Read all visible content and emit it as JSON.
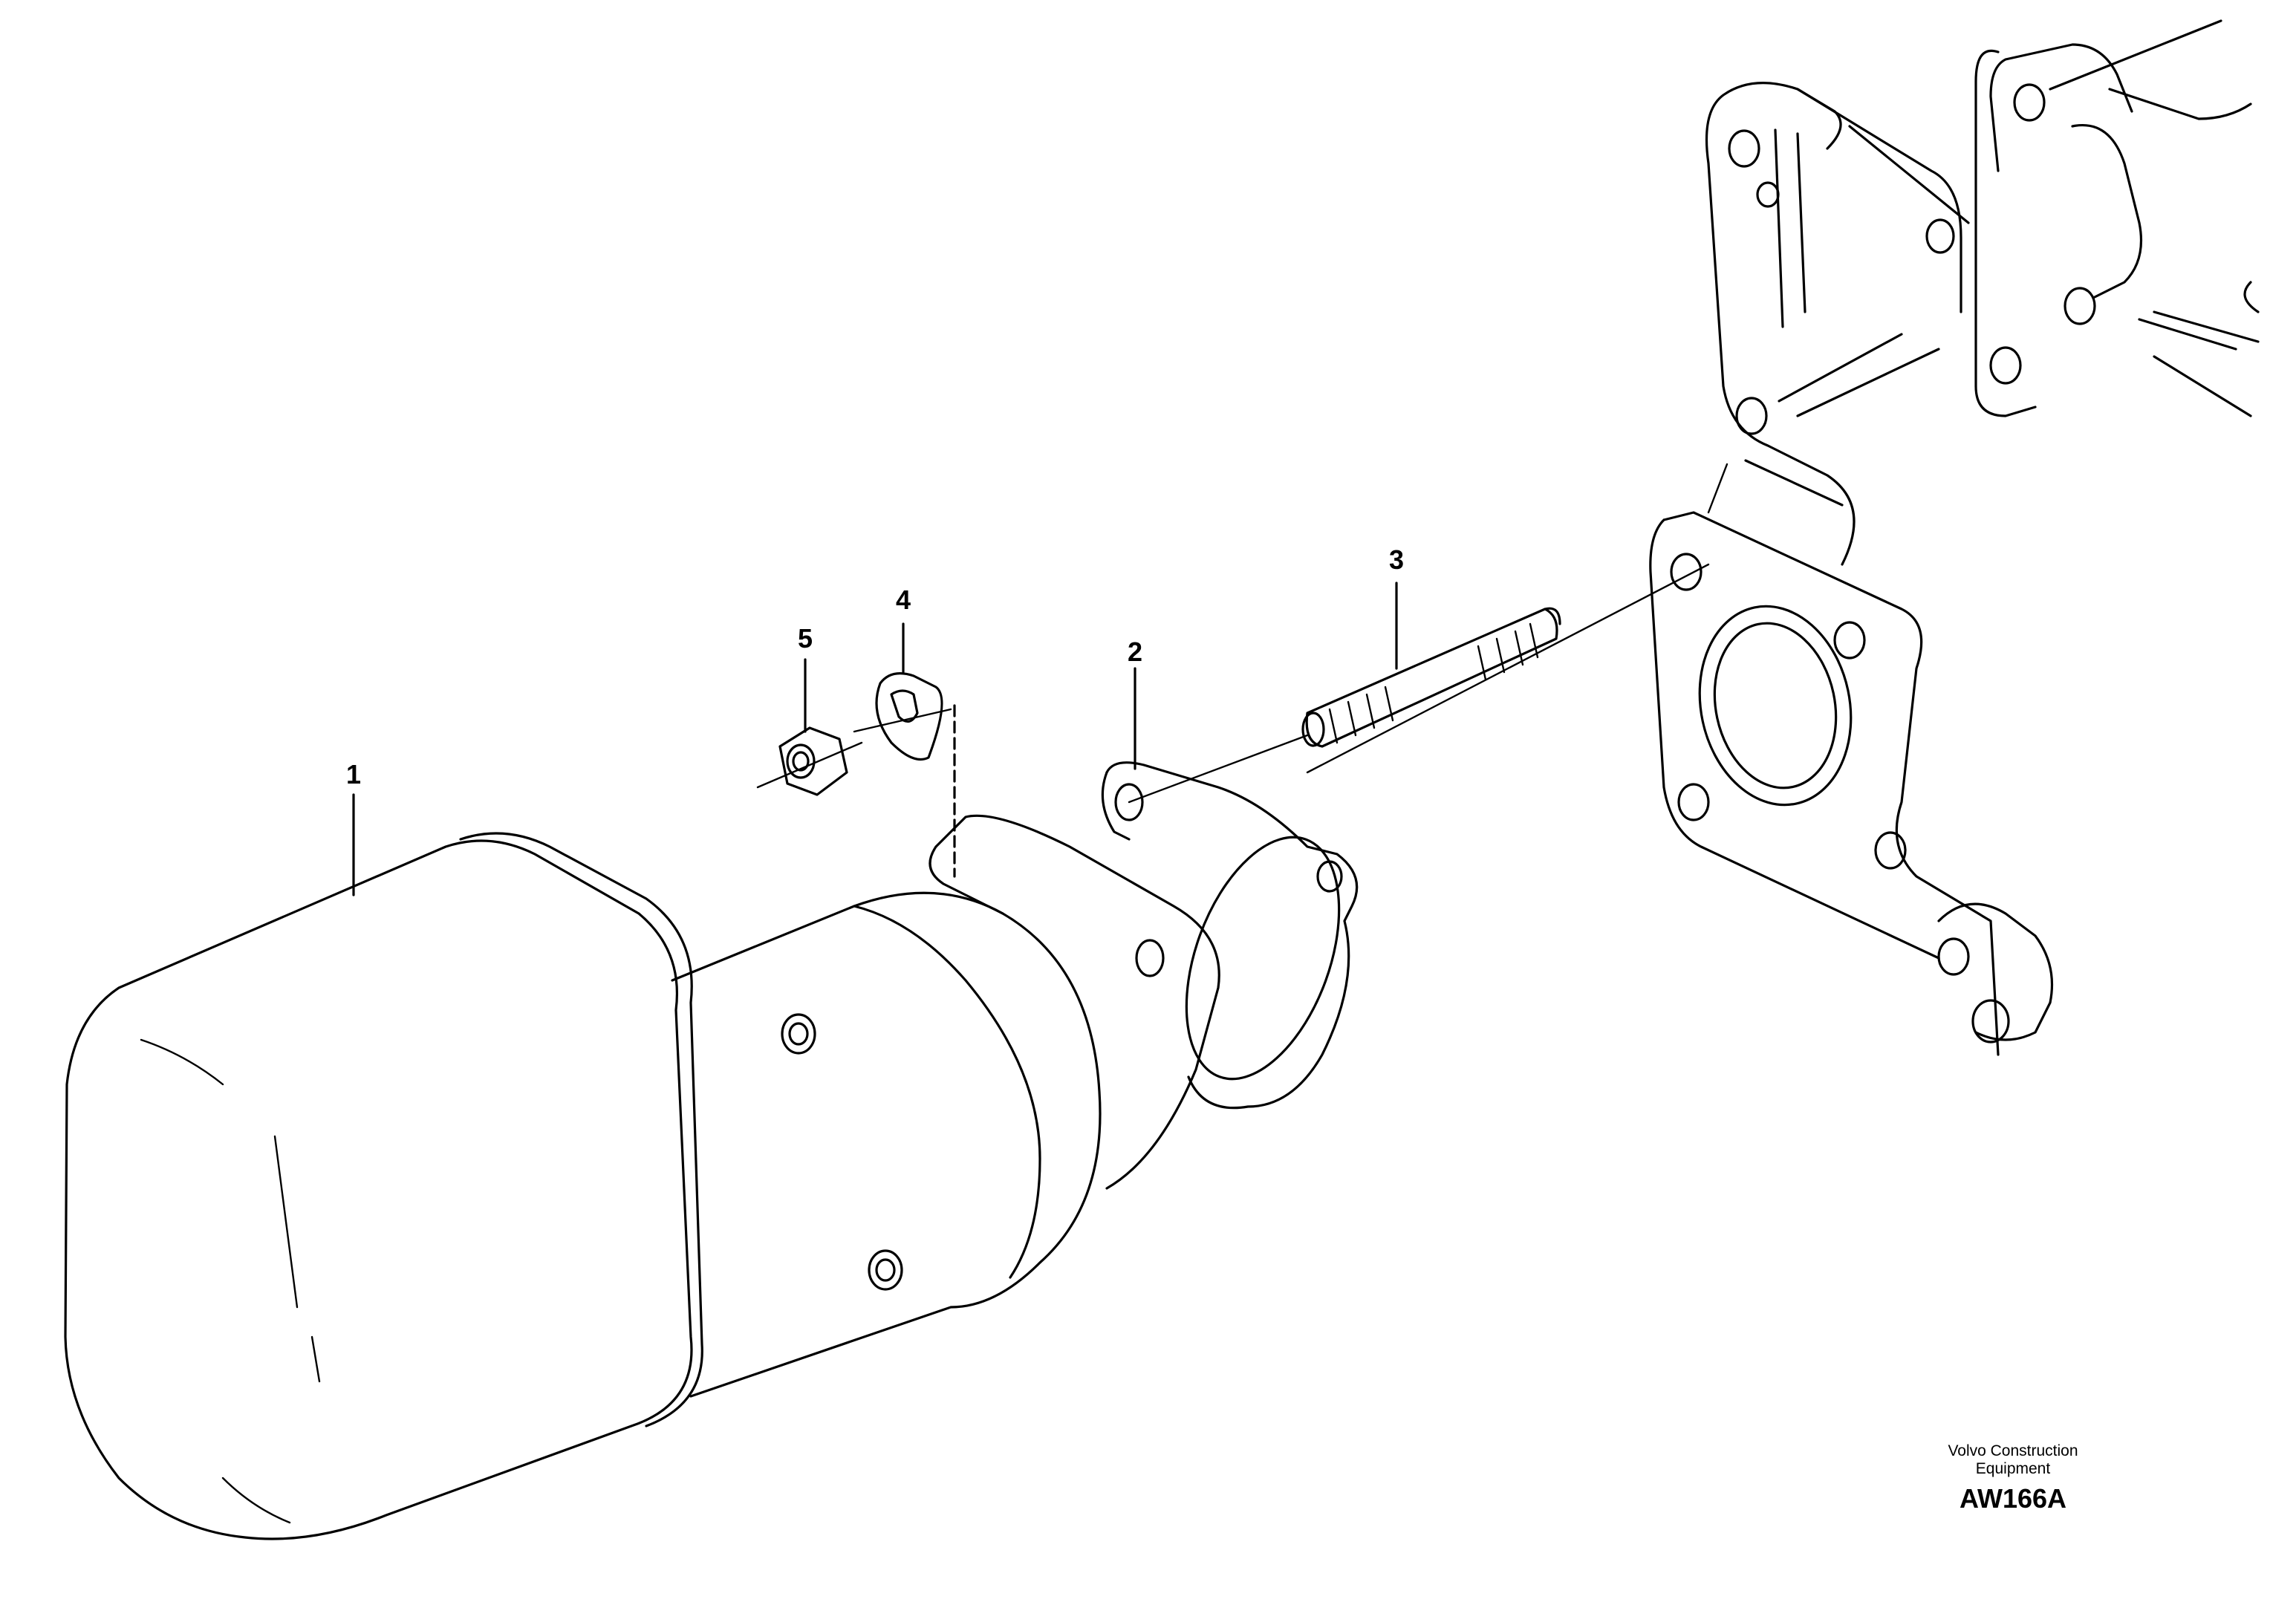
{
  "callouts": {
    "item_1": "1",
    "item_2": "2",
    "item_3": "3",
    "item_4": "4",
    "item_5": "5"
  },
  "credit": {
    "line1": "Volvo Construction",
    "line2": "Equipment",
    "code": "AW166A"
  },
  "colors": {
    "line": "#000000",
    "background": "#ffffff"
  }
}
